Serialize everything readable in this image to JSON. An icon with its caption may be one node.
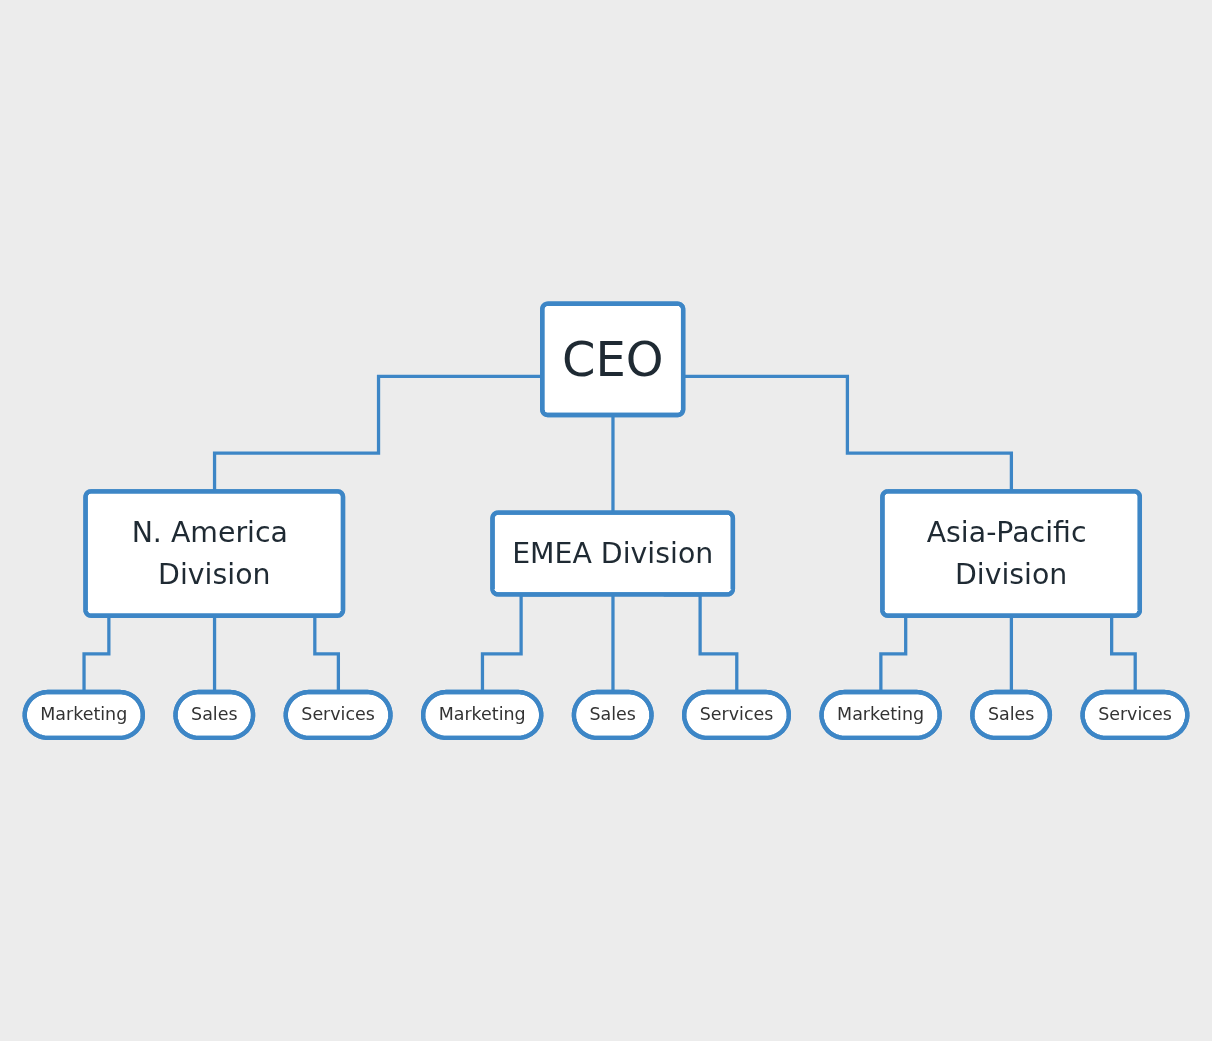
{
  "diagram": {
    "nodes": [
      {
        "text": [
          "CEO"
        ]
      },
      {
        "text": [
          "N. America Division"
        ]
      },
      {
        "text": [
          "EMEA Division"
        ]
      },
      {
        "text": [
          "Asia-Pacific Division"
        ]
      },
      {
        "text": [
          "Marketing"
        ]
      },
      {
        "text": [
          "Sales"
        ]
      },
      {
        "text": [
          "Services"
        ]
      },
      {
        "text": [
          "Marketing"
        ]
      },
      {
        "text": [
          "Sales"
        ]
      },
      {
        "text": [
          "Services"
        ]
      },
      {
        "text": [
          "Marketing"
        ]
      },
      {
        "text": [
          "Sales"
        ]
      },
      {
        "text": [
          "Services"
        ]
      }
    ],
    "edges": [
      {
        "from": 0,
        "to": 1,
        "arrow": "none"
      },
      {
        "from": 0,
        "to": 2,
        "arrow": "none"
      },
      {
        "from": 0,
        "to": 3,
        "arrow": "none"
      },
      {
        "from": 1,
        "to": 4,
        "arrow": "none"
      },
      {
        "from": 1,
        "to": 5,
        "arrow": "none"
      },
      {
        "from": 1,
        "to": 6,
        "arrow": "none"
      },
      {
        "from": 2,
        "to": 7,
        "arrow": "none"
      },
      {
        "from": 2,
        "to": 8,
        "arrow": "none"
      },
      {
        "from": 2,
        "to": 9,
        "arrow": "none"
      },
      {
        "from": 3,
        "to": 10,
        "arrow": "none"
      },
      {
        "from": 3,
        "to": 11,
        "arrow": "none"
      },
      {
        "from": 3,
        "to": 12,
        "arrow": "none"
      }
    ]
  }
}
